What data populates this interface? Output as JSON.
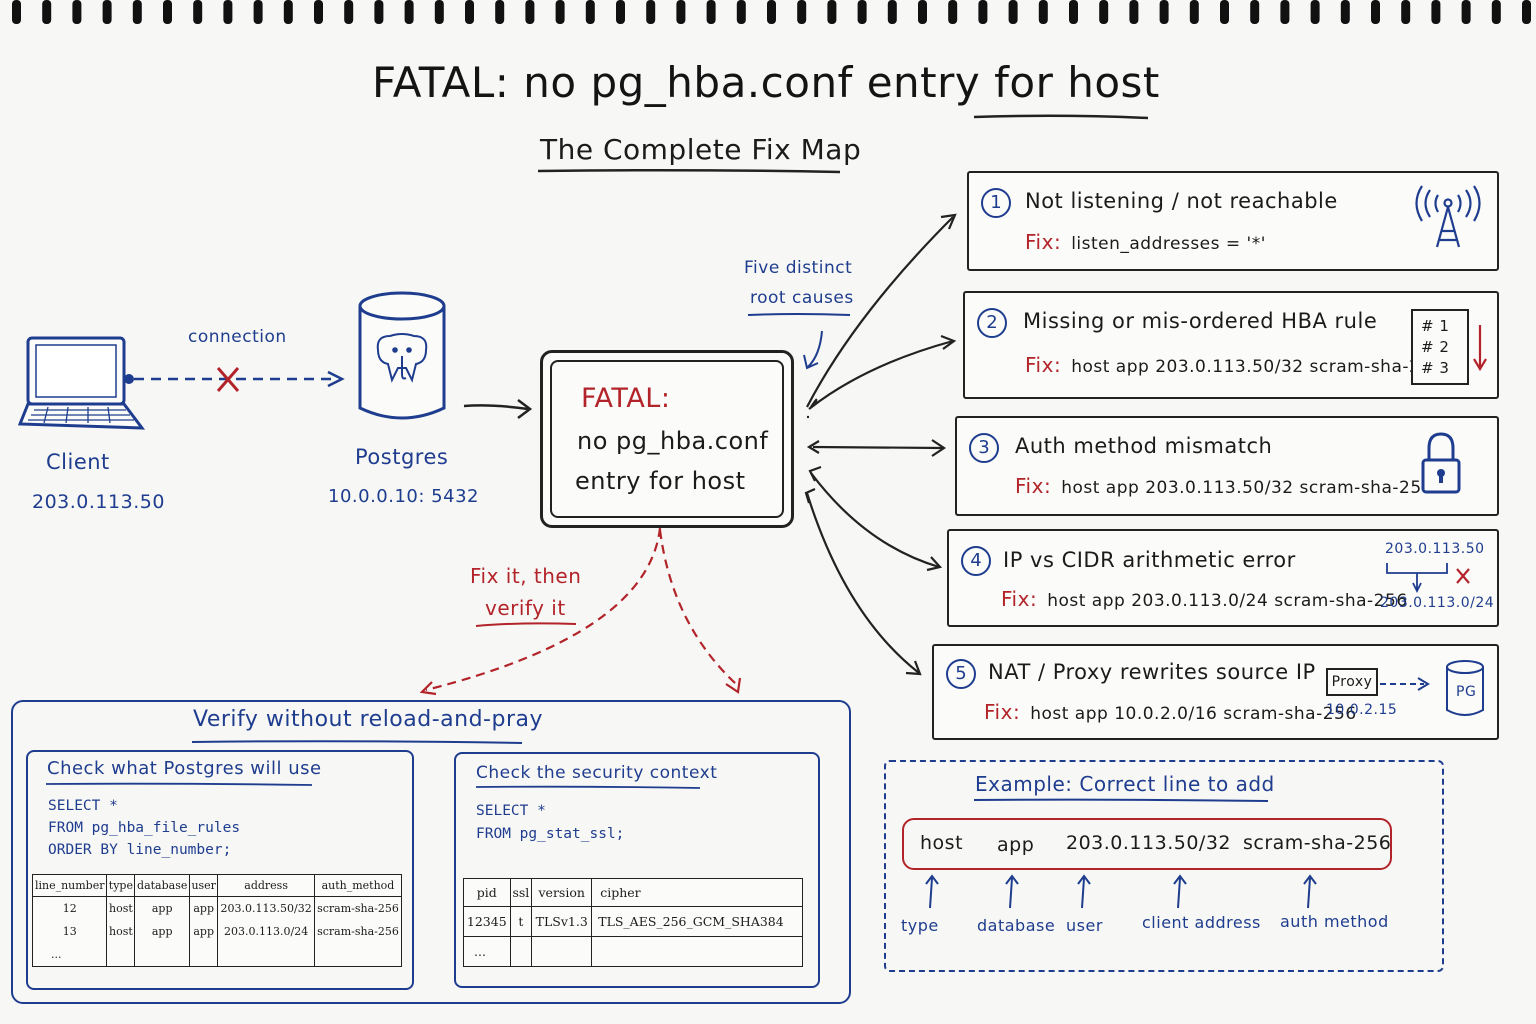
{
  "title": "FATAL: no pg_hba.conf entry for host",
  "subtitle": "The Complete Fix Map",
  "client": {
    "label": "Client",
    "ip": "203.0.113.50"
  },
  "connection_label": "connection",
  "postgres": {
    "label": "Postgres",
    "address": "10.0.0.10: 5432"
  },
  "error_box": {
    "line1": "FATAL:",
    "line2": "no pg_hba.conf",
    "line3": "entry for host"
  },
  "five_causes_note": {
    "line1": "Five distinct",
    "line2": "root causes"
  },
  "fix_verify_note": {
    "line1": "Fix it, then",
    "line2": "verify it"
  },
  "fix_label": "Fix:",
  "causes": [
    {
      "num": "1",
      "title": "Not listening / not reachable",
      "fix": "listen_addresses = '*'"
    },
    {
      "num": "2",
      "title": "Missing or mis-ordered HBA rule",
      "fix": "host  app  203.0.113.50/32  scram-sha-256",
      "rules": [
        "# 1",
        "# 2",
        "# 3"
      ]
    },
    {
      "num": "3",
      "title": "Auth method mismatch",
      "fix": "host  app  203.0.113.50/32  scram-sha-256"
    },
    {
      "num": "4",
      "title": "IP vs CIDR arithmetic error",
      "fix": "host  app  203.0.113.0/24  scram-sha-256",
      "ip_top": "203.0.113.50",
      "ip_bottom": "203.0.113.0/24"
    },
    {
      "num": "5",
      "title": "NAT / Proxy rewrites source IP",
      "fix": "host  app  10.0.2.0/16  scram-sha-256",
      "proxy_label": "Proxy",
      "proxy_ip": "10.0.2.15",
      "pg_label": "PG"
    }
  ],
  "verify": {
    "title": "Verify without reload-and-pray",
    "left": {
      "title": "Check what Postgres will use",
      "sql": [
        "SELECT *",
        "FROM pg_hba_file_rules",
        "ORDER BY line_number;"
      ],
      "columns": [
        "line_number",
        "type",
        "database",
        "user",
        "address",
        "auth_method"
      ],
      "rows": [
        [
          "12",
          "host",
          "app",
          "app",
          "203.0.113.50/32",
          "scram-sha-256"
        ],
        [
          "13",
          "host",
          "app",
          "app",
          "203.0.113.0/24",
          "scram-sha-256"
        ],
        [
          "...",
          "",
          "",
          "",
          "",
          ""
        ]
      ]
    },
    "right": {
      "title": "Check the security context",
      "sql": [
        "SELECT *",
        "FROM pg_stat_ssl;"
      ],
      "columns": [
        "pid",
        "ssl",
        "version",
        "cipher"
      ],
      "rows": [
        [
          "12345",
          "t",
          "TLSv1.3",
          "TLS_AES_256_GCM_SHA384"
        ],
        [
          "...",
          "",
          "",
          ""
        ]
      ]
    }
  },
  "example": {
    "title": "Example: Correct line to add",
    "fields": [
      "host",
      "app",
      "203.0.113.50/32",
      "scram-sha-256"
    ],
    "labels": [
      "type",
      "database",
      "user",
      "client address",
      "auth method"
    ]
  },
  "colors": {
    "ink": "#1b1b1b",
    "blue": "#1f3d8f",
    "red": "#b3242a",
    "paper": "#f7f7f5"
  },
  "icons": [
    "laptop-icon",
    "database-elephant-icon",
    "antenna-icon",
    "padlock-icon",
    "pg-cylinder-icon"
  ]
}
